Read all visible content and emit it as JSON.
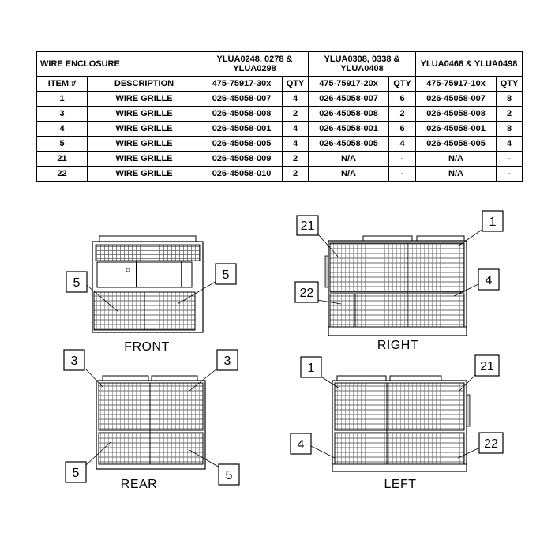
{
  "table": {
    "section_title": "WIRE ENCLOSURE",
    "model_groups": [
      "YLUA0248, 0278 & YLUA0298",
      "YLUA0308, 0338 & YLUA0408",
      "YLUA0468 & YLUA0498"
    ],
    "headers": [
      "ITEM #",
      "DESCRIPTION",
      "475-75917-30x",
      "QTY",
      "475-75917-20x",
      "QTY",
      "475-75917-10x",
      "QTY"
    ],
    "rows": [
      [
        "1",
        "WIRE GRILLE",
        "026-45058-007",
        "4",
        "026-45058-007",
        "6",
        "026-45058-007",
        "8"
      ],
      [
        "3",
        "WIRE GRILLE",
        "026-45058-008",
        "2",
        "026-45058-008",
        "2",
        "026-45058-008",
        "2"
      ],
      [
        "4",
        "WIRE GRILLE",
        "026-45058-001",
        "4",
        "026-45058-001",
        "6",
        "026-45058-001",
        "8"
      ],
      [
        "5",
        "WIRE GRILLE",
        "026-45058-005",
        "4",
        "026-45058-005",
        "4",
        "026-45058-005",
        "4"
      ],
      [
        "21",
        "WIRE GRILLE",
        "026-45058-009",
        "2",
        "N/A",
        "-",
        "N/A",
        "-"
      ],
      [
        "22",
        "WIRE GRILLE",
        "026-45058-010",
        "2",
        "N/A",
        "-",
        "N/A",
        "-"
      ]
    ]
  },
  "views": {
    "front": {
      "label": "FRONT",
      "callouts": [
        "5",
        "5"
      ]
    },
    "right": {
      "label": "RIGHT",
      "callouts": [
        "21",
        "1",
        "22",
        "4"
      ]
    },
    "rear": {
      "label": "REAR",
      "callouts": [
        "3",
        "3",
        "5",
        "5"
      ]
    },
    "left": {
      "label": "LEFT",
      "callouts": [
        "1",
        "21",
        "4",
        "22"
      ]
    }
  }
}
